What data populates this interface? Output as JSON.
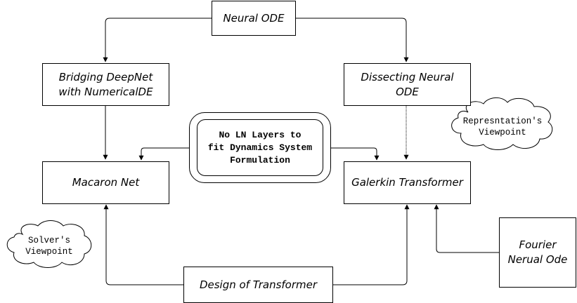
{
  "nodes": {
    "neural_ode": "Neural ODE",
    "bridging_line1": "Bridging DeepNet",
    "bridging_line2": "with NumericalDE",
    "dissecting_line1": "Dissecting Neural",
    "dissecting_line2": "ODE",
    "macaron_net": "Macaron Net",
    "galerkin_transformer": "Galerkin Transformer",
    "design_of_transformer": "Design of Transformer",
    "fourier_line1": "Fourier",
    "fourier_line2": "Nerual Ode",
    "no_ln_line1": "No LN Layers to",
    "no_ln_line2": "fit Dynamics System",
    "no_ln_line3": "Formulation"
  },
  "clouds": {
    "representation_line1": "Represntation's",
    "representation_line2": "Viewpoint",
    "solver_line1": "Solver's",
    "solver_line2": "Viewpoint"
  },
  "colors": {
    "stroke": "#000000",
    "background": "#ffffff"
  }
}
